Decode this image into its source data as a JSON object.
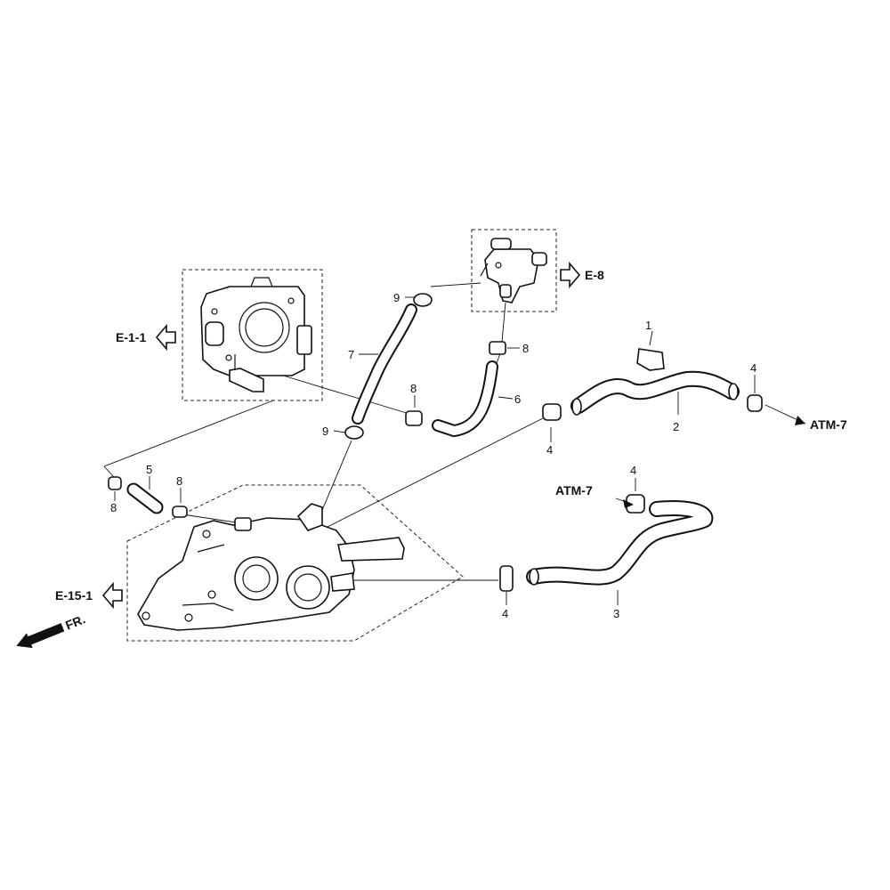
{
  "callouts": {
    "p1": "1",
    "p2": "2",
    "p3": "3",
    "p4a": "4",
    "p4b": "4",
    "p4c": "4",
    "p4d": "4",
    "p5": "5",
    "p6": "6",
    "p7": "7",
    "p8a": "8",
    "p8b": "8",
    "p8c": "8",
    "p8d": "8",
    "p9a": "9",
    "p9b": "9"
  },
  "references": {
    "e8": "E-8",
    "e11": "E-1-1",
    "e151": "E-15-1",
    "atm7_right": "ATM-7",
    "atm7_mid": "ATM-7"
  },
  "front_marker": "FR."
}
